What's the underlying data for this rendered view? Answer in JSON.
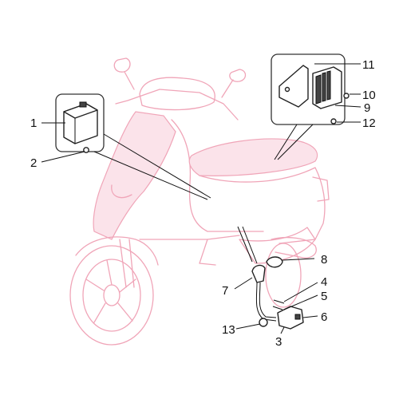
{
  "callouts": [
    {
      "id": "1",
      "label": "1"
    },
    {
      "id": "2",
      "label": "2"
    },
    {
      "id": "3",
      "label": "3"
    },
    {
      "id": "4",
      "label": "4"
    },
    {
      "id": "5",
      "label": "5"
    },
    {
      "id": "6",
      "label": "6"
    },
    {
      "id": "7",
      "label": "7"
    },
    {
      "id": "8",
      "label": "8"
    },
    {
      "id": "9",
      "label": "9"
    },
    {
      "id": "10",
      "label": "10"
    },
    {
      "id": "11",
      "label": "11"
    },
    {
      "id": "12",
      "label": "12"
    },
    {
      "id": "13",
      "label": "13"
    }
  ],
  "colors": {
    "scooter_outline": "#f0a5b8",
    "parts_outline": "#222222",
    "background": "#ffffff"
  }
}
